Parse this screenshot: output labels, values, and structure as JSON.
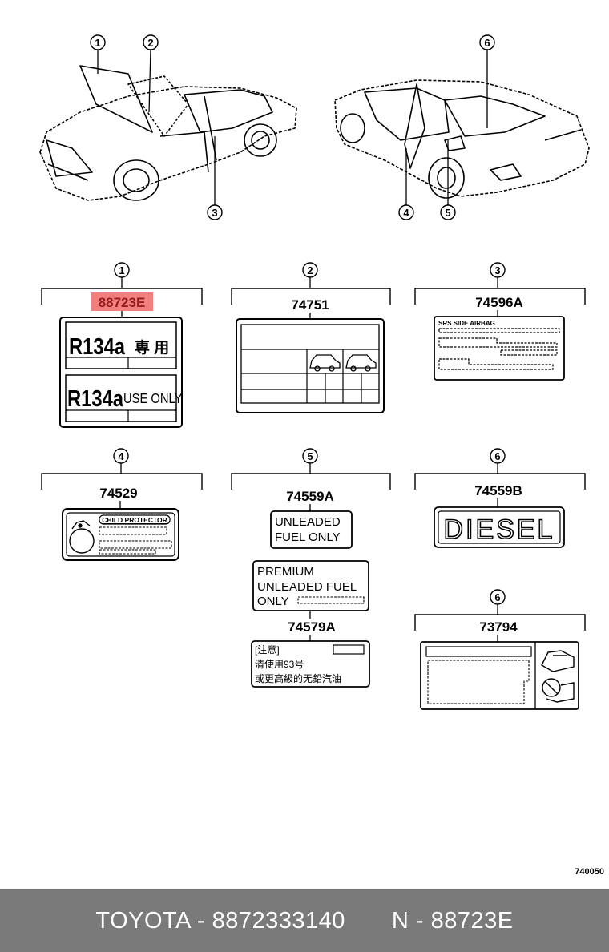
{
  "diagram_code": "740050",
  "callouts": [
    "1",
    "2",
    "3",
    "4",
    "5",
    "6"
  ],
  "parts": {
    "p1": {
      "callout": "1",
      "number": "88723E",
      "highlight_color": "#f08080",
      "label_lines": [
        "R134a",
        "専 用",
        "R134a",
        "USE ONLY"
      ]
    },
    "p2": {
      "callout": "2",
      "number": "74751"
    },
    "p3": {
      "callout": "3",
      "number": "74596A",
      "label_text": "SRS SIDE AIRBAG"
    },
    "p4": {
      "callout": "4",
      "number": "74529",
      "label_text": "CHILD PROTECTOR"
    },
    "p5a": {
      "callout": "5",
      "number": "74559A",
      "label_lines": [
        "UNLEADED",
        "FUEL ONLY"
      ]
    },
    "p5b": {
      "label_lines": [
        "PREMIUM",
        "UNLEADED FUEL",
        "ONLY"
      ]
    },
    "p5c": {
      "number": "74579A",
      "label_lines": [
        "[注意]",
        "清使用93号",
        "或更高級的无鉛汽油"
      ]
    },
    "p6a": {
      "callout": "6",
      "number": "74559B",
      "label_text": "DIESEL"
    },
    "p6b": {
      "callout": "6",
      "number": "73794"
    }
  },
  "footer": {
    "brand_part": "TOYOTA - 8872333140",
    "ref": "N - 88723E"
  }
}
